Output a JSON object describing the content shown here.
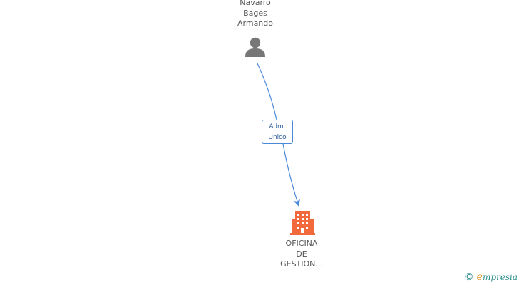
{
  "nodes": {
    "person": {
      "name_lines": [
        "Navarro",
        "Bages",
        "Armando"
      ],
      "icon": "person-icon",
      "color": "#777777"
    },
    "company": {
      "name_lines": [
        "OFICINA",
        "DE",
        "GESTION..."
      ],
      "icon": "building-icon",
      "color": "#f26a3c"
    }
  },
  "edge": {
    "label_lines": [
      "Adm.",
      "Unico"
    ],
    "color": "#4a88d9"
  },
  "watermark": {
    "symbol": "©",
    "brand_initial": "e",
    "brand_rest": "mpresia"
  }
}
